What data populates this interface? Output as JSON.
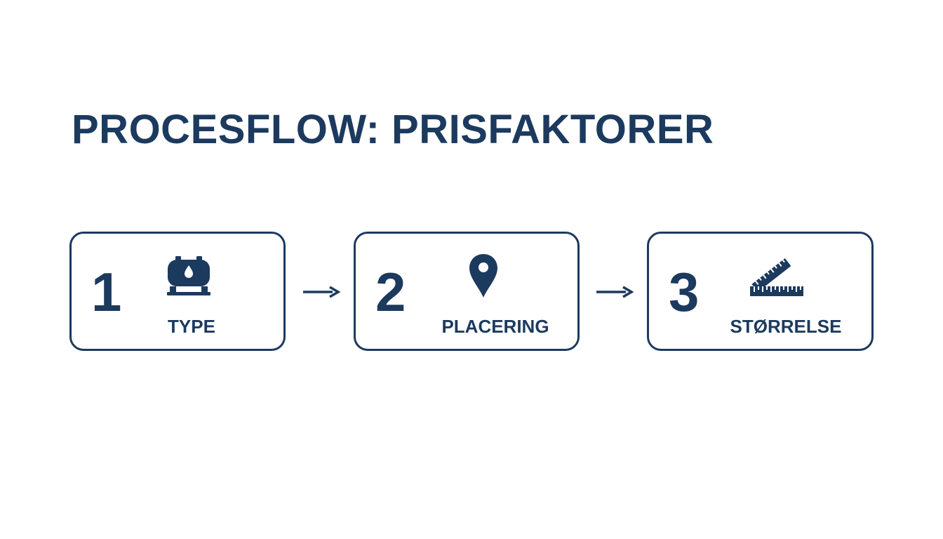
{
  "title": "PROCESFLOW: PRISFAKTORER",
  "steps": [
    {
      "number": "1",
      "label": "TYPE",
      "icon": "oil-tank-icon"
    },
    {
      "number": "2",
      "label": "PLACERING",
      "icon": "location-pin-icon"
    },
    {
      "number": "3",
      "label": "STØRRELSE",
      "icon": "ruler-icon"
    }
  ],
  "colors": {
    "primary": "#1c3a5e",
    "background": "#ffffff"
  }
}
